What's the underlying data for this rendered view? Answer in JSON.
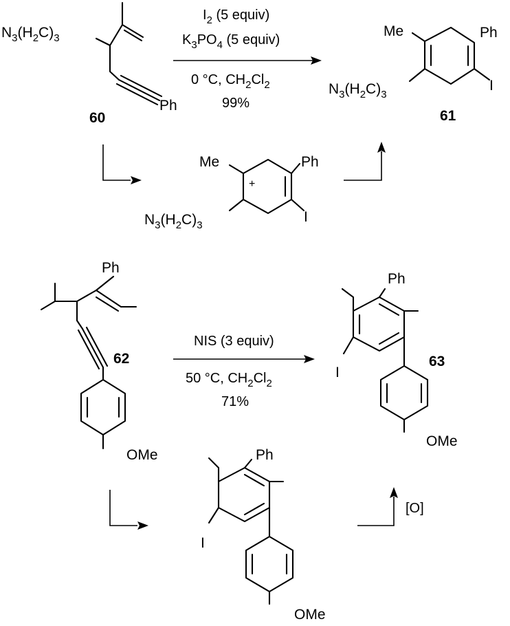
{
  "compounds": {
    "c60": {
      "number": "60",
      "chain_main": "N",
      "chain_sub1": "3",
      "chain_mid": "(H",
      "chain_sub2": "2",
      "chain_end": "C)",
      "chain_sub3": "3",
      "phenyl": "Ph"
    },
    "c61": {
      "number": "61",
      "methyl": "Me",
      "phenyl": "Ph",
      "iodo": "I",
      "chain_main": "N",
      "chain_sub1": "3",
      "chain_mid": "(H",
      "chain_sub2": "2",
      "chain_end": "C)",
      "chain_sub3": "3"
    },
    "cation_intermediate": {
      "methyl": "Me",
      "phenyl": "Ph",
      "iodo": "I",
      "charge": "+",
      "chain_main": "N",
      "chain_sub1": "3",
      "chain_mid": "(H",
      "chain_sub2": "2",
      "chain_end": "C)",
      "chain_sub3": "3"
    },
    "c62": {
      "number": "62",
      "phenyl": "Ph",
      "methoxy": "OMe"
    },
    "c63": {
      "number": "63",
      "phenyl": "Ph",
      "iodo": "I",
      "methoxy": "OMe"
    },
    "diene_intermediate": {
      "phenyl": "Ph",
      "iodo": "I",
      "methoxy": "OMe"
    }
  },
  "reactions": {
    "r1": {
      "reagent1_a": "I",
      "reagent1_sub": "2",
      "reagent1_b": " (5 equiv)",
      "reagent2_a": "K",
      "reagent2_sub1": "3",
      "reagent2_b": "PO",
      "reagent2_sub2": "4",
      "reagent2_c": " (5 equiv)",
      "cond_a": "0 °C, CH",
      "cond_sub1": "2",
      "cond_b": "Cl",
      "cond_sub2": "2",
      "yield": "99%"
    },
    "r2": {
      "reagent1": "NIS (3 equiv)",
      "cond_a": "50 °C, CH",
      "cond_sub1": "2",
      "cond_b": "Cl",
      "cond_sub2": "2",
      "yield": "71%",
      "oxidation_label": "[O]"
    }
  }
}
